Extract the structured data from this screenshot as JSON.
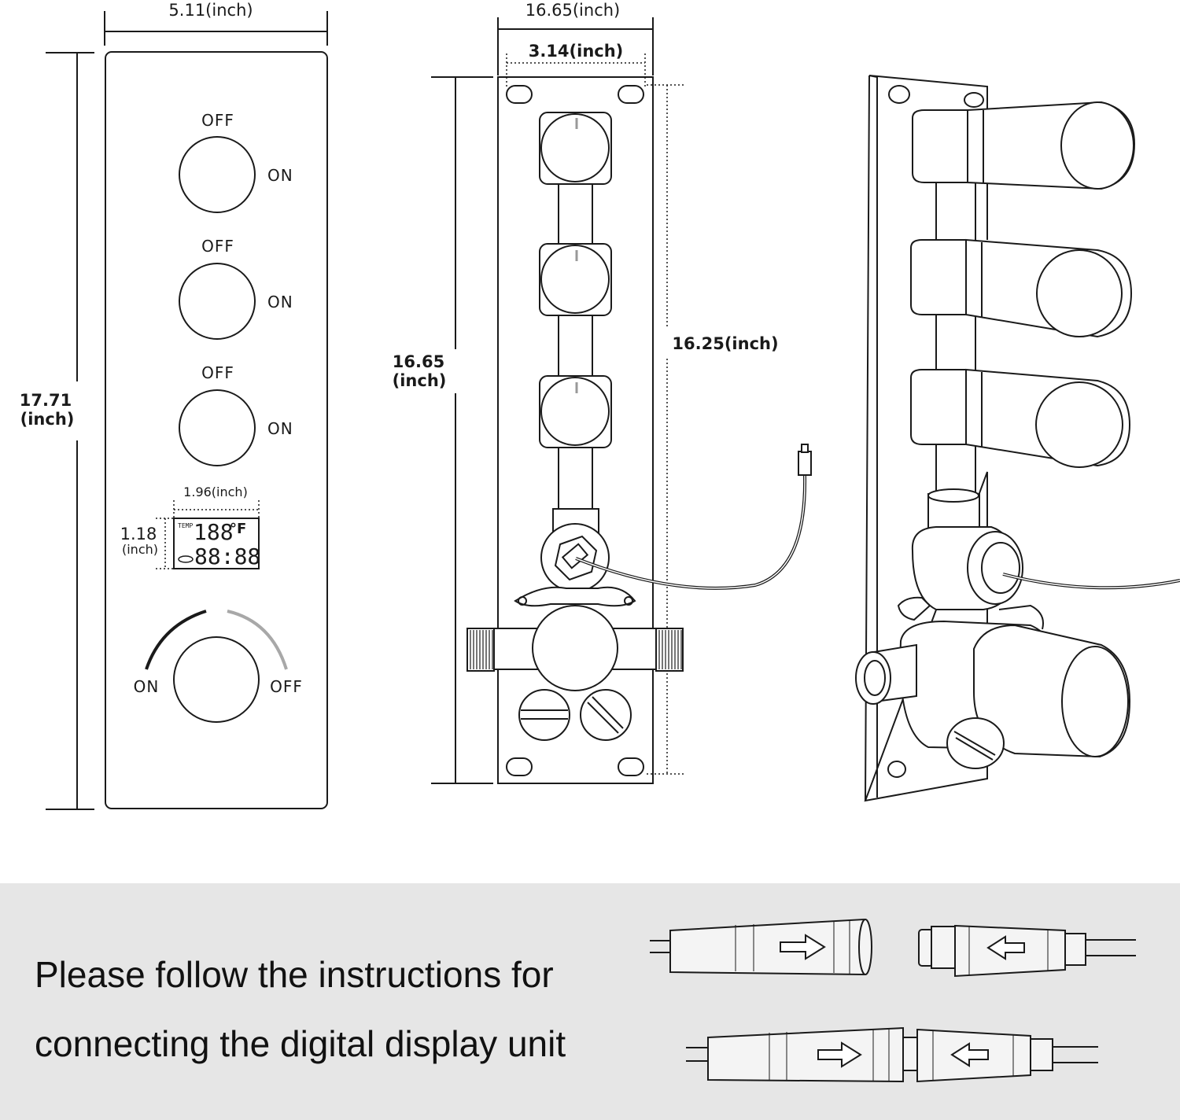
{
  "front_view": {
    "width_label": "5.11(inch)",
    "height_label_line1": "17.71",
    "height_label_line2": "(inch)",
    "knobs": [
      {
        "off": "OFF",
        "on": "ON"
      },
      {
        "off": "OFF",
        "on": "ON"
      },
      {
        "off": "OFF",
        "on": "ON"
      }
    ],
    "display": {
      "width_label": "1.96(inch)",
      "height_label_line1": "1.18",
      "height_label_line2": "(inch)",
      "temp_tag": "TEMP",
      "temp_digits": "188",
      "unit": "°F",
      "time_digits": "88:88"
    },
    "main_knob": {
      "on": "ON",
      "off": "OFF"
    }
  },
  "valve_view": {
    "outer_width_label": "16.65(inch)",
    "inner_width_label": "3.14(inch)",
    "height_label_line1": "16.65",
    "height_label_line2": "(inch)",
    "mount_height_label": "16.25(inch)"
  },
  "instructions": {
    "line1": "Please follow the instructions for",
    "line2": "connecting the digital display unit"
  }
}
